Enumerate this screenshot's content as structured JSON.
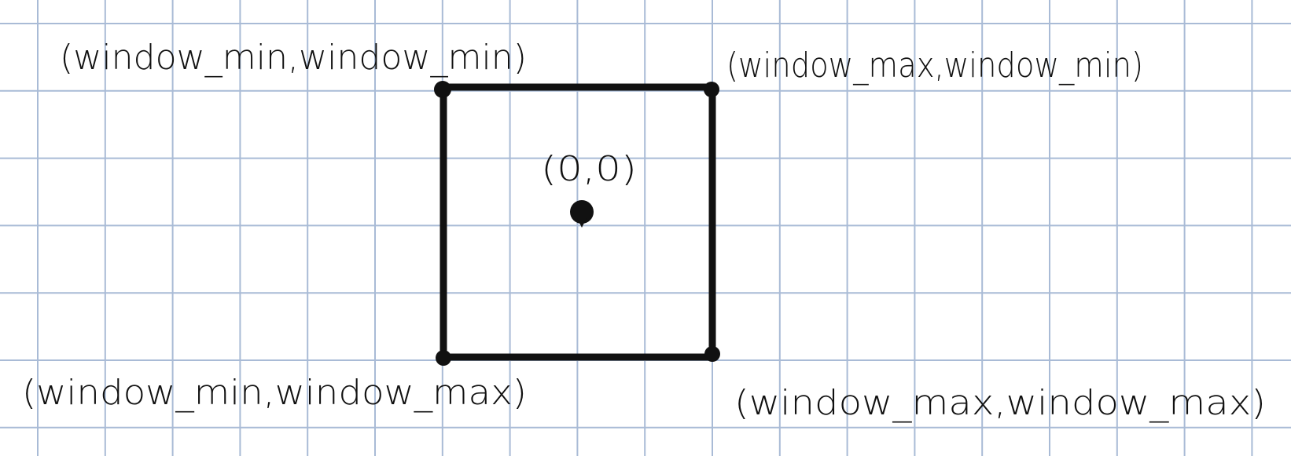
{
  "colors": {
    "background": "#ffffff",
    "grid_line": "#a9bbd6",
    "ink": "#111111"
  },
  "labels": {
    "top_left": "(window_min,window_min)",
    "top_right": "(window_max,window_min)",
    "bottom_left": "(window_min,window_max)",
    "bottom_right": "(window_max,window_max)",
    "origin": "(0,0)"
  }
}
